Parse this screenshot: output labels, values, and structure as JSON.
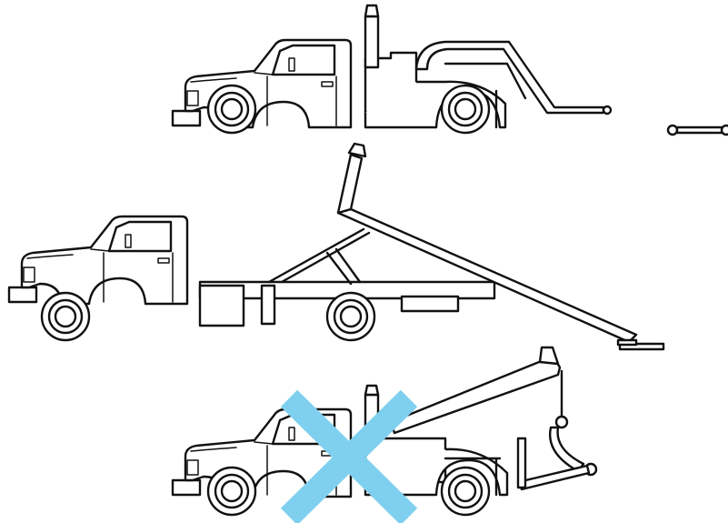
{
  "colors": {
    "background": "#ffffff",
    "ink": "#111111",
    "forbidden_mark": "#7fd0ef"
  },
  "figure": {
    "panels": [
      {
        "id": "wheel-lift-tow-truck",
        "icon": "wheel-lift-tow-truck-icon",
        "forbidden": false
      },
      {
        "id": "flatbed-rollback-truck",
        "icon": "flatbed-rollback-truck-icon",
        "forbidden": false
      },
      {
        "id": "boom-sling-tow-truck",
        "icon": "boom-sling-tow-truck-icon",
        "forbidden": true
      }
    ],
    "forbidden_mark_icon": "x-cross-icon"
  }
}
